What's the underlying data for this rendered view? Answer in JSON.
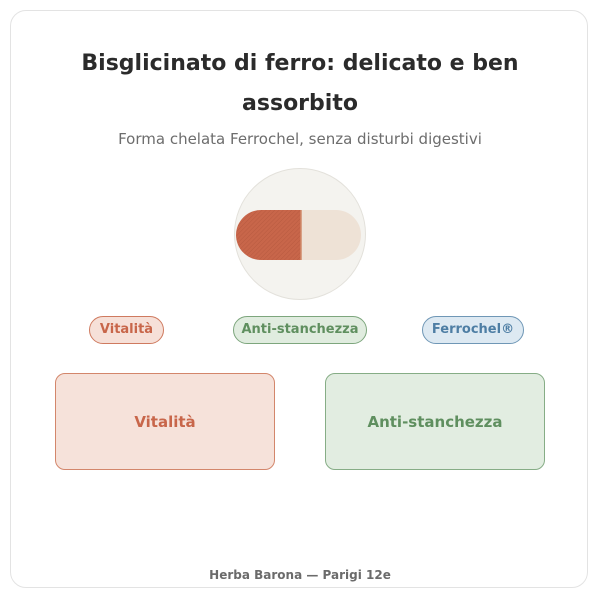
{
  "header": {
    "title": "Bisglicinato di ferro: delicato e ben assorbito",
    "subtitle": "Forma chelata Ferrochel, senza disturbi digestivi"
  },
  "illustration": {
    "icon": "capsule-icon",
    "colors": {
      "capsule_left": "#c8664a",
      "capsule_right": "#eee2d6",
      "circle_bg": "#f4f3ef"
    }
  },
  "tags": [
    {
      "label": "Vitalità",
      "color": "#c8664a"
    },
    {
      "label": "Anti-stanchezza",
      "color": "#5f8f5f"
    },
    {
      "label": "Ferrochel®",
      "color": "#4e7ea4"
    }
  ],
  "benefits": [
    {
      "label": "Vitalità",
      "color": "#c8664a"
    },
    {
      "label": "Anti-stanchezza",
      "color": "#5f8f5f"
    }
  ],
  "footer": {
    "text": "Herba Barona — Parigi 12e"
  }
}
